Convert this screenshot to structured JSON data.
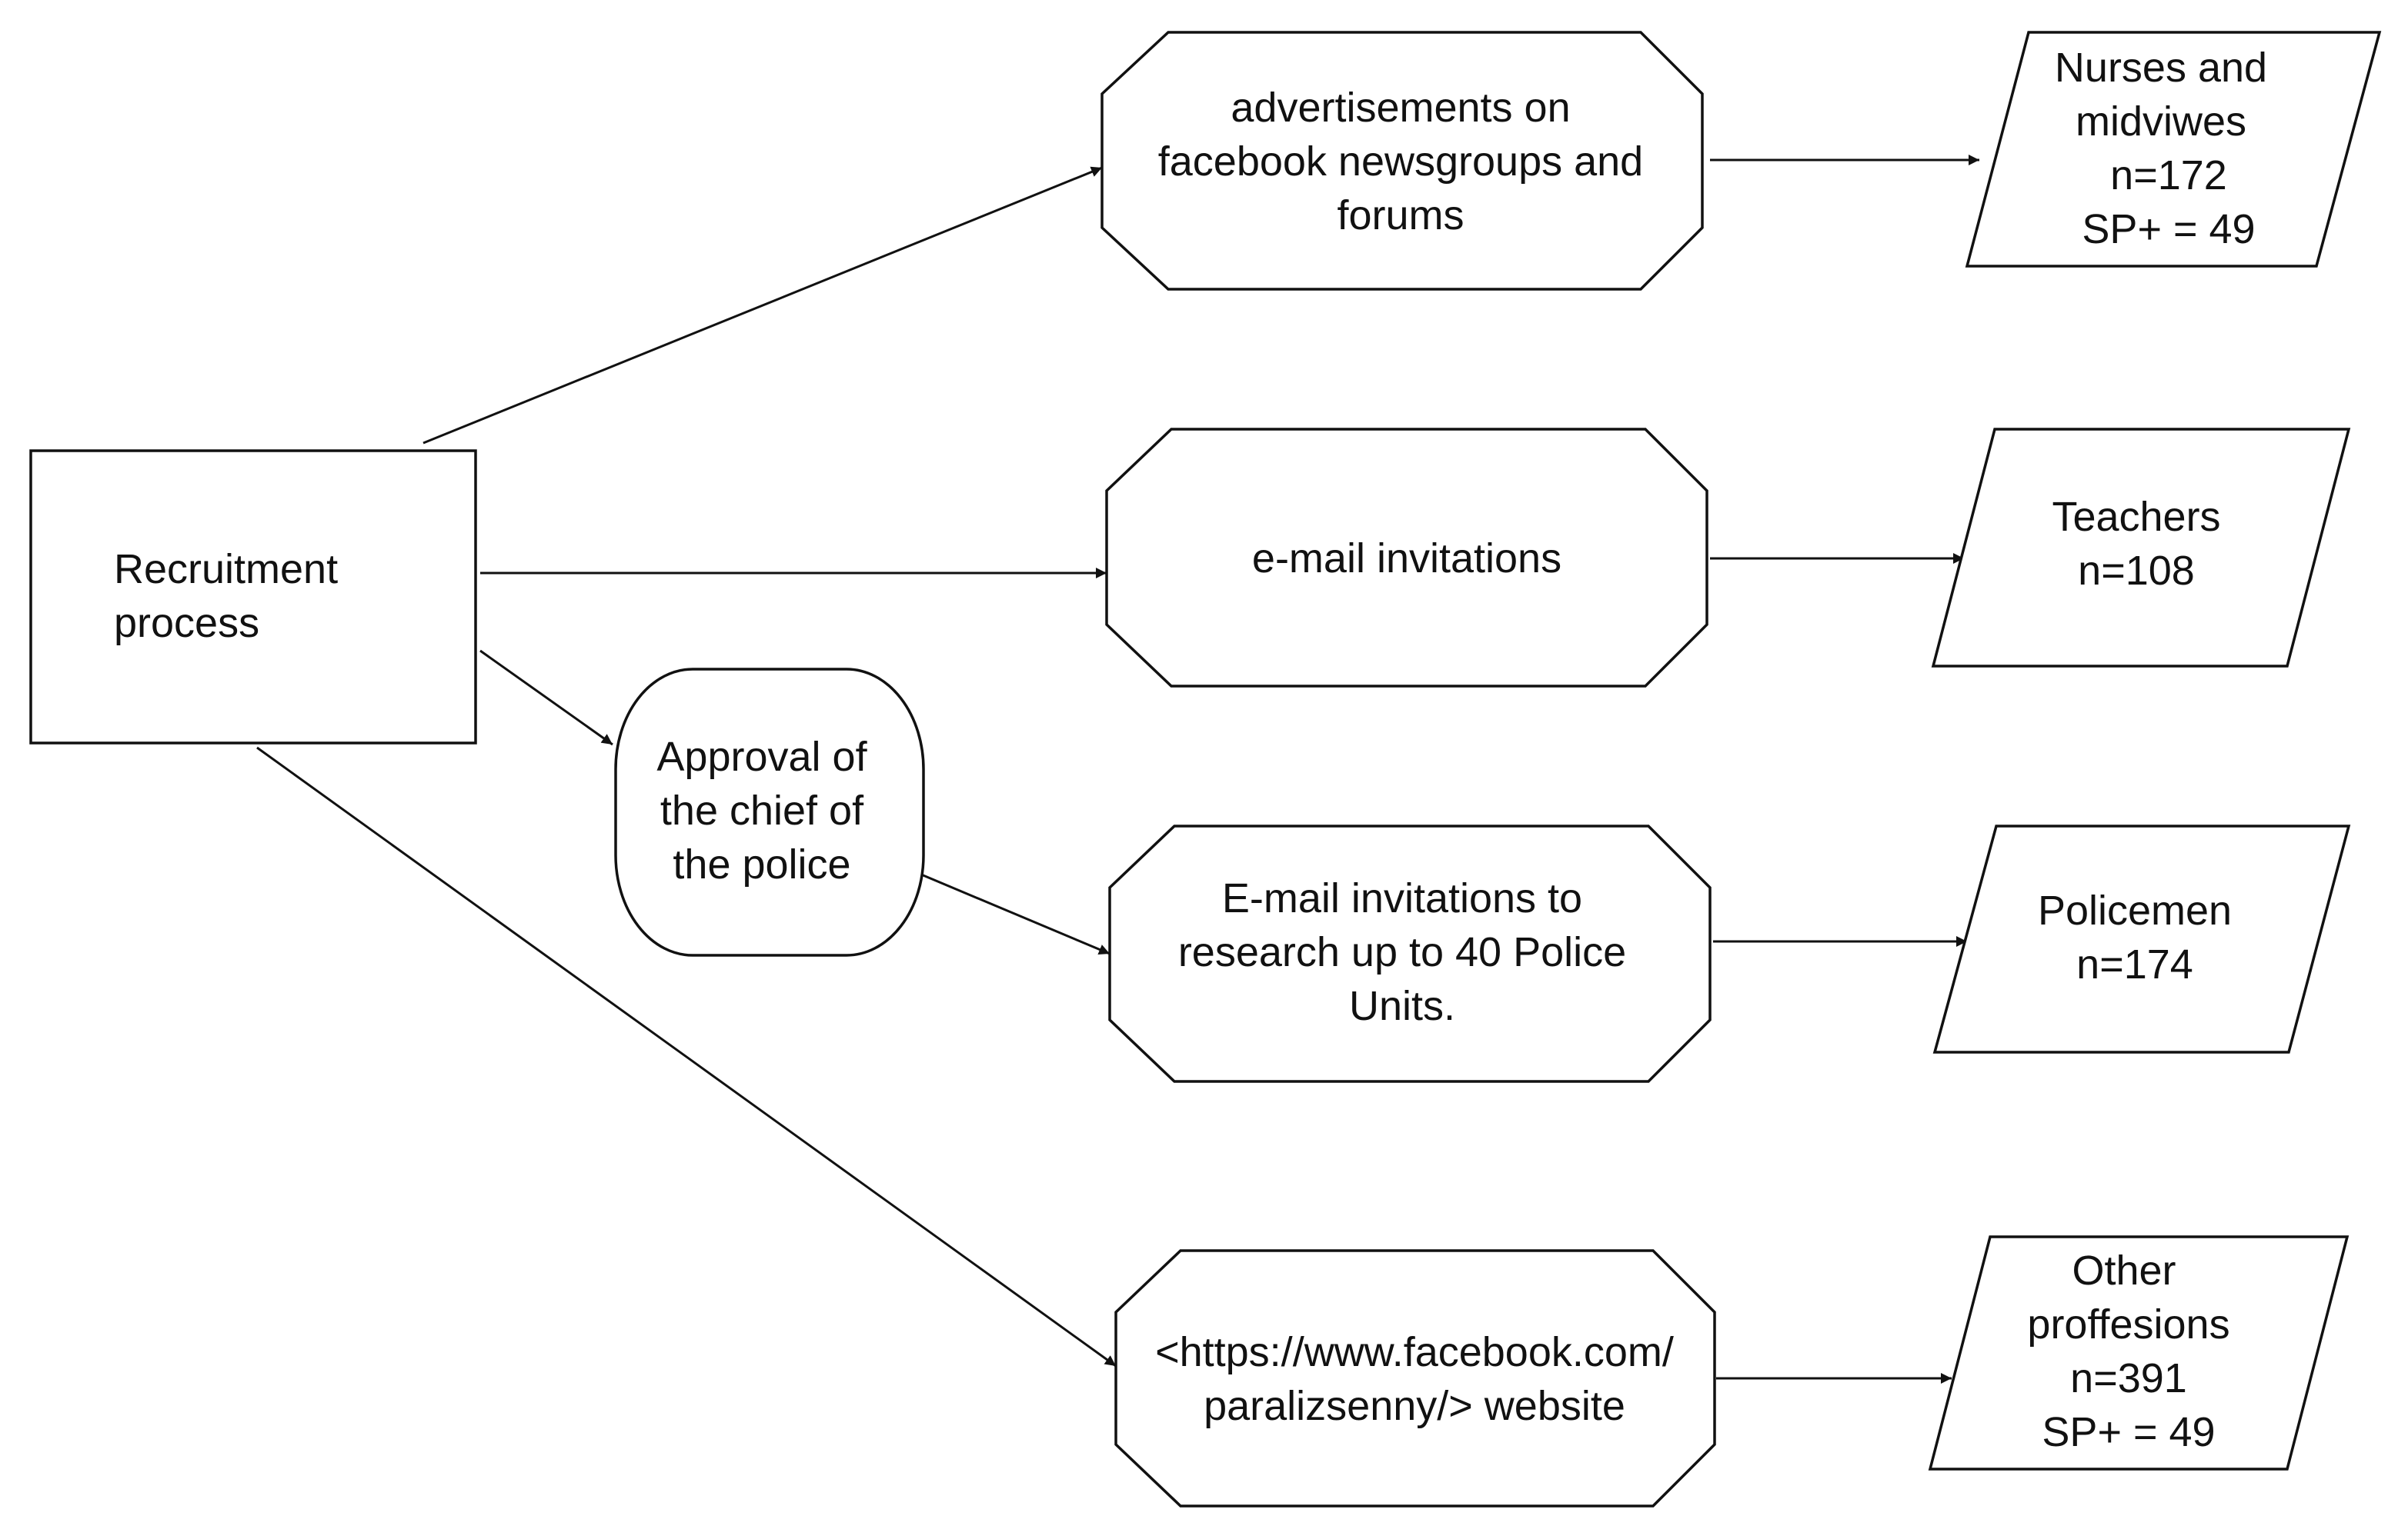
{
  "diagram": {
    "start_node": {
      "lines": [
        "Recruitment",
        "process"
      ]
    },
    "approval_node": {
      "lines": [
        "Approval of",
        "the chief of",
        "the police"
      ]
    },
    "channels": [
      {
        "lines": [
          "advertisements on",
          "facebook newsgroups and",
          "forums"
        ]
      },
      {
        "lines": [
          "e-mail invitations"
        ]
      },
      {
        "lines": [
          "E-mail invitations to",
          "research up to 40 Police",
          "Units."
        ]
      },
      {
        "lines": [
          "<https://www.facebook.com/",
          "paralizsenny/> website"
        ]
      }
    ],
    "groups": [
      {
        "lines": [
          "Nurses and",
          "midviwes",
          "n=172",
          "SP+ = 49"
        ]
      },
      {
        "lines": [
          "Teachers",
          "n=108"
        ]
      },
      {
        "lines": [
          "Policemen",
          "n=174"
        ]
      },
      {
        "lines": [
          "Other",
          "proffesions",
          "n=391",
          "SP+ = 49"
        ]
      }
    ],
    "colors": {
      "stroke": "#111111",
      "fill": "#ffffff",
      "text": "#111111"
    }
  }
}
